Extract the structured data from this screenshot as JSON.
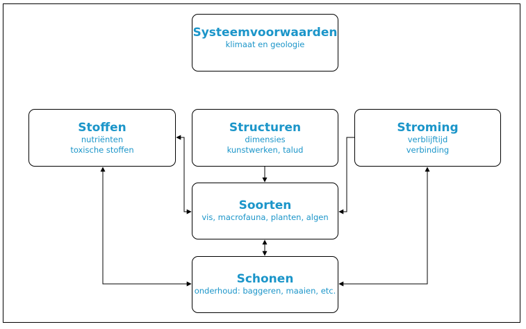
{
  "diagram": {
    "nodes": {
      "systeemvoorwaarden": {
        "title": "Systeemvoorwaarden",
        "lines": [
          "klimaat en geologie"
        ]
      },
      "stoffen": {
        "title": "Stoffen",
        "lines": [
          "nutriënten",
          "toxische stoffen"
        ]
      },
      "structuren": {
        "title": "Structuren",
        "lines": [
          "dimensies",
          "kunstwerken, talud"
        ]
      },
      "stroming": {
        "title": "Stroming",
        "lines": [
          "verblijftijd",
          "verbinding"
        ]
      },
      "soorten": {
        "title": "Soorten",
        "lines": [
          "vis, macrofauna, planten, algen"
        ]
      },
      "schonen": {
        "title": "Schonen",
        "lines": [
          "onderhoud: baggeren, maaien, etc."
        ]
      }
    },
    "colors": {
      "text": "#1b95c9",
      "border": "#000000"
    }
  }
}
